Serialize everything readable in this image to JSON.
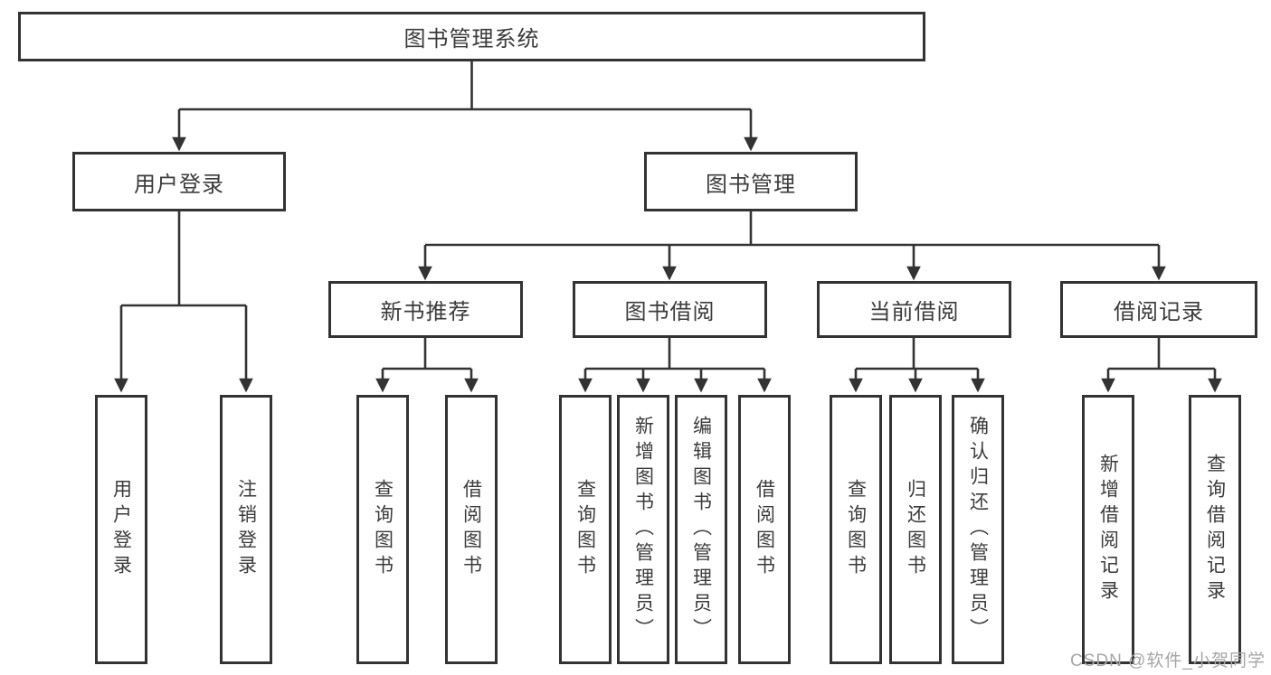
{
  "tree": {
    "label": "图书管理系统",
    "children": [
      {
        "label": "用户登录",
        "children": [
          {
            "label": "用户登录"
          },
          {
            "label": "注销登录"
          }
        ]
      },
      {
        "label": "图书管理",
        "children": [
          {
            "label": "新书推荐",
            "children": [
              {
                "label": "查询图书"
              },
              {
                "label": "借阅图书"
              }
            ]
          },
          {
            "label": "图书借阅",
            "children": [
              {
                "label": "查询图书"
              },
              {
                "label": "新增图书（管理员）"
              },
              {
                "label": "编辑图书（管理员）"
              },
              {
                "label": "借阅图书"
              }
            ]
          },
          {
            "label": "当前借阅",
            "children": [
              {
                "label": "查询图书"
              },
              {
                "label": "归还图书"
              },
              {
                "label": "确认归还（管理员）"
              }
            ]
          },
          {
            "label": "借阅记录",
            "children": [
              {
                "label": "新增借阅记录"
              },
              {
                "label": "查询借阅记录"
              }
            ]
          }
        ]
      }
    ]
  },
  "watermark": {
    "text": "CSDN @软件_小贺同学"
  },
  "colors": {
    "line": "#333333",
    "text": "#3b3b3b",
    "watermark": "#a6a6a6",
    "background": "#ffffff"
  }
}
